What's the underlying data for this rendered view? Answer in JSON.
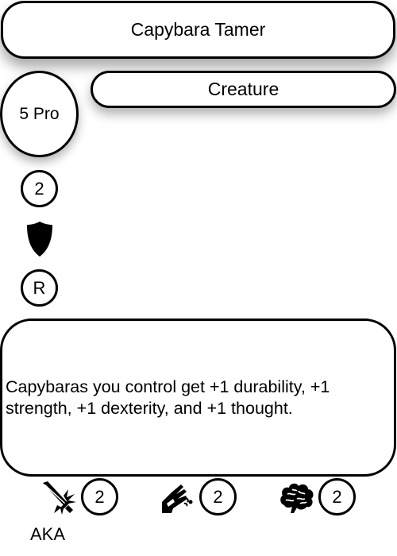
{
  "card": {
    "name": "Capybara Tamer",
    "type": "Creature",
    "cost": "5 Pro",
    "level": "2",
    "rarity": "R",
    "ability_text": "Capybaras you control get +1 durability, +1 strength, +1 dexterity, and +1 thought.",
    "footer": "AKA"
  },
  "stats": [
    {
      "icon": "sword-burst-icon",
      "value": "2"
    },
    {
      "icon": "hand-icon",
      "value": "2"
    },
    {
      "icon": "brain-icon",
      "value": "2"
    }
  ]
}
